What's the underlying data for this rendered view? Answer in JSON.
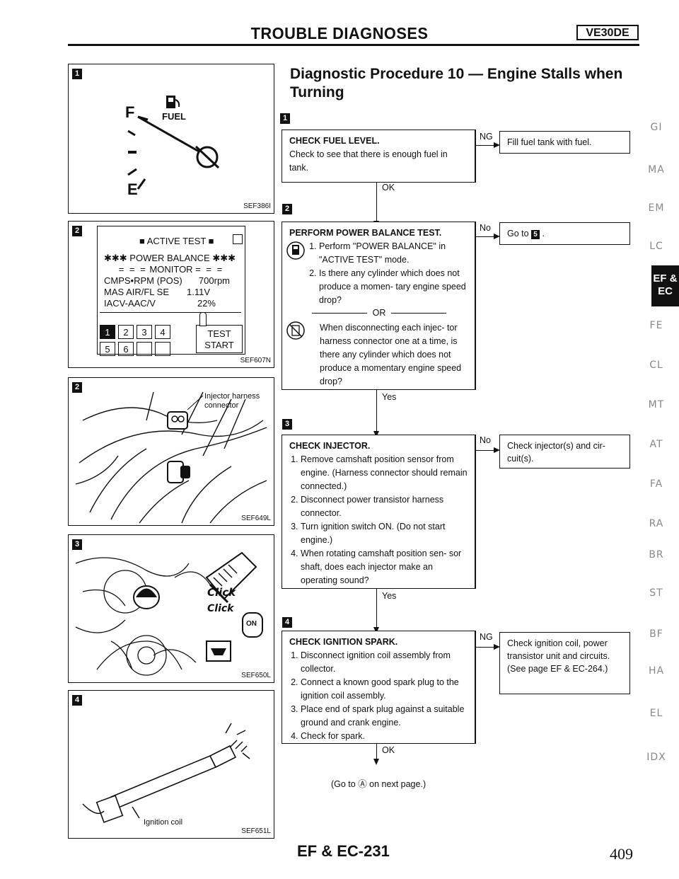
{
  "header": {
    "title": "TROUBLE DIAGNOSES",
    "model_badge": "VE30DE"
  },
  "heading": "Diagnostic Procedure 10 — Engine Stalls when Turning",
  "figures": {
    "fig1": {
      "number": "1",
      "code": "SEF386I",
      "label_f": "F",
      "label_e": "E",
      "label_fuel": "FUEL"
    },
    "fig2": {
      "number": "2",
      "code": "SEF607N",
      "active_test": "■ ACTIVE TEST ■",
      "line1": "✱✱✱ POWER BALANCE ✱✱✱",
      "line2": "MONITOR",
      "rows": [
        {
          "label": "CMPS•RPM (POS)",
          "value": "700rpm"
        },
        {
          "label": "MAS AIR/FL SE",
          "value": "1.11V"
        },
        {
          "label": "IACV-AAC/V",
          "value": "22%"
        }
      ],
      "keys_row1": [
        "1",
        "2",
        "3",
        "4"
      ],
      "keys_row2": [
        "5",
        "6",
        "",
        ""
      ],
      "test_start": "TEST START"
    },
    "fig3": {
      "number": "2",
      "code": "SEF649L",
      "callout": "Injector harness connector"
    },
    "fig4": {
      "number": "3",
      "code": "SEF650L",
      "click1": "Click",
      "click2": "Click",
      "on_label": "ON"
    },
    "fig5": {
      "number": "4",
      "code": "SEF651L",
      "callout": "Ignition coil"
    }
  },
  "flow": {
    "step0_marker": "1",
    "box1": {
      "head": "CHECK FUEL LEVEL.",
      "body": "Check to see that there is enough fuel in tank."
    },
    "box1_ng": "NG",
    "box1_result": "Fill fuel tank with fuel.",
    "box1_ok": "OK",
    "step1_marker": "2",
    "box2": {
      "head": "PERFORM POWER BALANCE TEST.",
      "items": [
        "Perform \"POWER BALANCE\" in \"ACTIVE TEST\" mode.",
        "Is there any cylinder which does not produce a momen- tary engine speed drop?"
      ],
      "or": "OR",
      "alt": "When disconnecting each injec- tor harness connector one at a time, is there any cylinder which does not produce a momentary engine speed drop?"
    },
    "box2_no": "No",
    "box2_result_pre": "Go to",
    "box2_result_ref": "5",
    "box2_yes": "Yes",
    "step2_marker": "3",
    "box3": {
      "head": "CHECK INJECTOR.",
      "items": [
        "Remove camshaft position sensor from engine. (Harness connector should remain connected.)",
        "Disconnect power transistor harness connector.",
        "Turn ignition switch ON. (Do not start engine.)",
        "When rotating camshaft position sen- sor shaft, does each injector make an operating sound?"
      ]
    },
    "box3_no": "No",
    "box3_result": "Check injector(s) and cir- cuit(s).",
    "box3_yes": "Yes",
    "step3_marker": "4",
    "box4": {
      "head": "CHECK IGNITION SPARK.",
      "items": [
        "Disconnect ignition coil assembly from collector.",
        "Connect a known good spark plug to the ignition coil assembly.",
        "Place end of spark plug against a suitable ground and crank engine.",
        "Check for spark."
      ]
    },
    "box4_ng": "NG",
    "box4_result": "Check ignition coil, power transistor unit and circuits. (See page EF & EC-264.)",
    "box4_ok": "OK",
    "goto_next": "(Go to Ⓐ on next page.)"
  },
  "side_tabs": [
    "GI",
    "MA",
    "EM",
    "LC",
    "EF & EC",
    "FE",
    "CL",
    "MT",
    "AT",
    "FA",
    "RA",
    "BR",
    "ST",
    "BF",
    "HA",
    "EL",
    "IDX"
  ],
  "footer": {
    "code": "EF & EC-231",
    "page": "409"
  }
}
